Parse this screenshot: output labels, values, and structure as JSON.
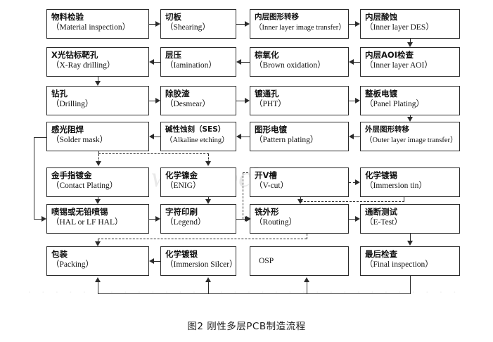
{
  "figure": {
    "caption": "图2 刚性多层PCB制造流程",
    "watermark": "www.ipcb.cn",
    "watermark_faint": ". . . . . . . . . . . . . . . . . . . . . . . . . . . . . . . . . . . . . . ."
  },
  "colors": {
    "box_border": "#2b2b2b",
    "box_fill": "#ffffff",
    "text": "#111111",
    "connector": "#2b2b2b",
    "page_background": "#ffffff",
    "watermark": "#e9e9e9"
  },
  "diagram": {
    "type": "flowchart",
    "title": "Rigid multilayer PCB manufacturing process",
    "layout": "serpentine-grid",
    "columns": 4,
    "rows": 7,
    "nodes": [
      {
        "id": "material-inspection",
        "cn": "物料检验",
        "en": "（Material inspection）",
        "row": 1,
        "col": 1
      },
      {
        "id": "shearing",
        "cn": "切板",
        "en": "（Shearing）",
        "row": 1,
        "col": 2
      },
      {
        "id": "inner-layer-image-transfer",
        "cn": "内层图形转移",
        "en": "（Inner layer image transfer）",
        "row": 1,
        "col": 3
      },
      {
        "id": "inner-layer-des",
        "cn": "内层酸蚀",
        "en": "（Inner layer DES）",
        "row": 1,
        "col": 4
      },
      {
        "id": "xray-drilling",
        "cn": "X光钻标靶孔",
        "en": "（X-Ray drilling）",
        "row": 2,
        "col": 1
      },
      {
        "id": "lamination",
        "cn": "层压",
        "en": "（Iamination）",
        "row": 2,
        "col": 2
      },
      {
        "id": "brown-oxidation",
        "cn": "棕氧化",
        "en": "（Brown oxidation）",
        "row": 2,
        "col": 3
      },
      {
        "id": "inner-layer-aoi",
        "cn": "内层AOI检查",
        "en": "（Inner layer AOI）",
        "row": 2,
        "col": 4
      },
      {
        "id": "drilling",
        "cn": "钻孔",
        "en": "（Drilling）",
        "row": 3,
        "col": 1
      },
      {
        "id": "desmear",
        "cn": "除胶渣",
        "en": "（Desmear）",
        "row": 3,
        "col": 2
      },
      {
        "id": "pht",
        "cn": "镀通孔",
        "en": "（PHT）",
        "row": 3,
        "col": 3
      },
      {
        "id": "panel-plating",
        "cn": "整板电镀",
        "en": "（Panel Plating）",
        "row": 3,
        "col": 4
      },
      {
        "id": "solder-mask",
        "cn": "感光阻焊",
        "en": "（Solder mask）",
        "row": 4,
        "col": 1
      },
      {
        "id": "alkaline-etching",
        "cn": "碱性蚀刻（SES）",
        "en": "（Alkaline etching）",
        "row": 4,
        "col": 2
      },
      {
        "id": "pattern-plating",
        "cn": "图形电镀",
        "en": "（Pattern plating）",
        "row": 4,
        "col": 3
      },
      {
        "id": "outer-layer-image-transfer",
        "cn": "外层图形转移",
        "en": "（Outer layer image transfer）",
        "row": 4,
        "col": 4
      },
      {
        "id": "contact-plating",
        "cn": "金手指镀金",
        "en": "（Contact Plating）",
        "row": 5,
        "col": 1
      },
      {
        "id": "enig",
        "cn": "化学镍金",
        "en": "（ENIG）",
        "row": 5,
        "col": 2
      },
      {
        "id": "v-cut",
        "cn": "开V槽",
        "en": "（V-cut）",
        "row": 5,
        "col": 3
      },
      {
        "id": "immersion-tin",
        "cn": "化学镀锡",
        "en": "（Immersion tin）",
        "row": 5,
        "col": 4
      },
      {
        "id": "hal",
        "cn": "喷锡或无铅喷锡",
        "en": "（HAL or LF HAL）",
        "row": 6,
        "col": 1
      },
      {
        "id": "legend",
        "cn": "字符印刷",
        "en": "（Legend）",
        "row": 6,
        "col": 2
      },
      {
        "id": "routing",
        "cn": "铣外形",
        "en": "（Routing）",
        "row": 6,
        "col": 3
      },
      {
        "id": "e-test",
        "cn": "通断测试",
        "en": "（E-Test）",
        "row": 6,
        "col": 4
      },
      {
        "id": "packing",
        "cn": "包装",
        "en": "（Packing）",
        "row": 7,
        "col": 1
      },
      {
        "id": "immersion-silver",
        "cn": "化学镀银",
        "en": "（Immersion Silcer）",
        "row": 7,
        "col": 2
      },
      {
        "id": "osp",
        "cn": "",
        "en": "OSP",
        "row": 7,
        "col": 3
      },
      {
        "id": "final-inspection",
        "cn": "最后检查",
        "en": "（Final inspection）",
        "row": 7,
        "col": 4
      }
    ],
    "edges": [
      {
        "from": "material-inspection",
        "to": "shearing",
        "style": "solid"
      },
      {
        "from": "shearing",
        "to": "inner-layer-image-transfer",
        "style": "solid"
      },
      {
        "from": "inner-layer-image-transfer",
        "to": "inner-layer-des",
        "style": "solid"
      },
      {
        "from": "inner-layer-des",
        "to": "inner-layer-aoi",
        "style": "solid"
      },
      {
        "from": "inner-layer-aoi",
        "to": "brown-oxidation",
        "style": "solid"
      },
      {
        "from": "brown-oxidation",
        "to": "lamination",
        "style": "solid"
      },
      {
        "from": "lamination",
        "to": "xray-drilling",
        "style": "solid"
      },
      {
        "from": "xray-drilling",
        "to": "drilling",
        "style": "solid"
      },
      {
        "from": "drilling",
        "to": "desmear",
        "style": "solid"
      },
      {
        "from": "desmear",
        "to": "pht",
        "style": "solid"
      },
      {
        "from": "pht",
        "to": "panel-plating",
        "style": "solid"
      },
      {
        "from": "panel-plating",
        "to": "outer-layer-image-transfer",
        "style": "solid"
      },
      {
        "from": "outer-layer-image-transfer",
        "to": "pattern-plating",
        "style": "solid"
      },
      {
        "from": "pattern-plating",
        "to": "alkaline-etching",
        "style": "solid"
      },
      {
        "from": "alkaline-etching",
        "to": "solder-mask",
        "style": "solid"
      },
      {
        "from": "solder-mask",
        "to": "contact-plating",
        "style": "dashed"
      },
      {
        "from": "solder-mask",
        "to": "enig",
        "style": "dashed"
      },
      {
        "from": "solder-mask",
        "to": "hal",
        "style": "solid"
      },
      {
        "from": "contact-plating",
        "to": "hal",
        "style": "solid"
      },
      {
        "from": "enig",
        "to": "legend",
        "style": "dashed"
      },
      {
        "from": "v-cut",
        "to": "routing",
        "style": "dashed"
      },
      {
        "from": "v-cut",
        "to": "immersion-tin",
        "style": "dashed"
      },
      {
        "from": "immersion-tin",
        "to": "routing",
        "style": "dashed"
      },
      {
        "from": "hal",
        "to": "legend",
        "style": "solid"
      },
      {
        "from": "legend",
        "to": "routing",
        "style": "solid"
      },
      {
        "from": "routing",
        "to": "e-test",
        "style": "solid"
      },
      {
        "from": "e-test",
        "to": "final-inspection",
        "style": "solid"
      },
      {
        "from": "legend",
        "to": "packing",
        "style": "dashed"
      },
      {
        "from": "routing",
        "to": "osp",
        "style": "dashed"
      },
      {
        "from": "immersion-silver",
        "to": "packing",
        "style": "solid"
      },
      {
        "from": "final-inspection",
        "to": "immersion-silver",
        "style": "solid"
      },
      {
        "from": "final-inspection",
        "to": "osp",
        "style": "solid"
      },
      {
        "from": "final-inspection",
        "to": "packing",
        "style": "solid"
      }
    ]
  }
}
